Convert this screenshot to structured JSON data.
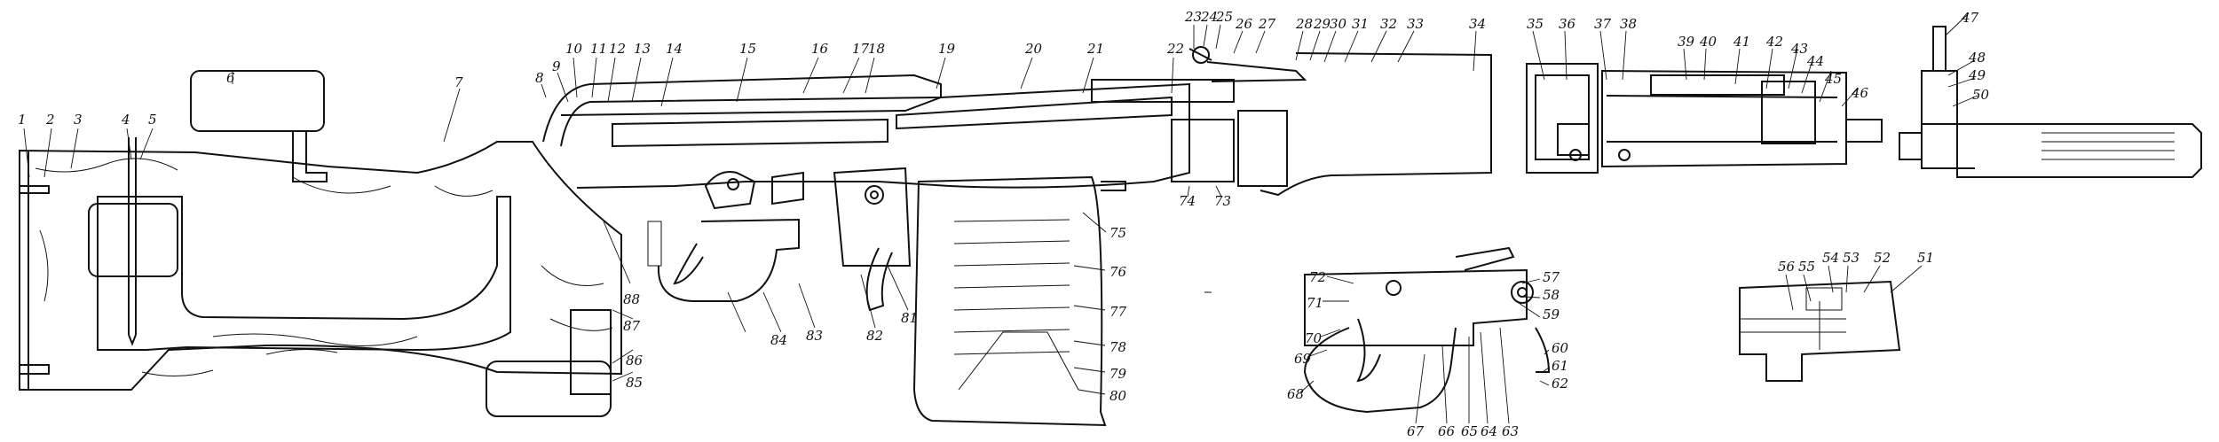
{
  "callouts": [
    {
      "text": "1"
    },
    {
      "text": "2"
    },
    {
      "text": "3"
    },
    {
      "text": "4"
    },
    {
      "text": "5"
    },
    {
      "text": "6"
    },
    {
      "text": "7"
    },
    {
      "text": "8"
    },
    {
      "text": "9"
    },
    {
      "text": "10"
    },
    {
      "text": "11"
    },
    {
      "text": "12"
    },
    {
      "text": "13"
    },
    {
      "text": "14"
    },
    {
      "text": "15"
    },
    {
      "text": "16"
    },
    {
      "text": "17"
    },
    {
      "text": "18"
    },
    {
      "text": "19"
    },
    {
      "text": "20"
    },
    {
      "text": "21"
    },
    {
      "text": "22"
    },
    {
      "text": "23"
    },
    {
      "text": "24"
    },
    {
      "text": "25"
    },
    {
      "text": "26"
    },
    {
      "text": "27"
    },
    {
      "text": "28"
    },
    {
      "text": "29"
    },
    {
      "text": "30"
    },
    {
      "text": "31"
    },
    {
      "text": "32"
    },
    {
      "text": "33"
    },
    {
      "text": "34"
    },
    {
      "text": "35"
    },
    {
      "text": "36"
    },
    {
      "text": "37"
    },
    {
      "text": "38"
    },
    {
      "text": "39"
    },
    {
      "text": "40"
    },
    {
      "text": "41"
    },
    {
      "text": "42"
    },
    {
      "text": "43"
    },
    {
      "text": "44"
    },
    {
      "text": "45"
    },
    {
      "text": "46"
    },
    {
      "text": "47"
    },
    {
      "text": "48"
    },
    {
      "text": "49"
    },
    {
      "text": "50"
    },
    {
      "text": "51"
    },
    {
      "text": "52"
    },
    {
      "text": "53"
    },
    {
      "text": "54"
    },
    {
      "text": "55"
    },
    {
      "text": "56"
    },
    {
      "text": "57"
    },
    {
      "text": "58"
    },
    {
      "text": "59"
    },
    {
      "text": "60"
    },
    {
      "text": "61"
    },
    {
      "text": "62"
    },
    {
      "text": "63"
    },
    {
      "text": "64"
    },
    {
      "text": "65"
    },
    {
      "text": "66"
    },
    {
      "text": "67"
    },
    {
      "text": "68"
    },
    {
      "text": "69"
    },
    {
      "text": "70"
    },
    {
      "text": "71"
    },
    {
      "text": "72"
    },
    {
      "text": "73"
    },
    {
      "text": "74"
    },
    {
      "text": "75"
    },
    {
      "text": "76"
    },
    {
      "text": "77"
    },
    {
      "text": "78"
    },
    {
      "text": "79"
    },
    {
      "text": "80"
    },
    {
      "text": "81"
    },
    {
      "text": "82"
    },
    {
      "text": "83"
    },
    {
      "text": "84"
    },
    {
      "text": "85"
    },
    {
      "text": "86"
    },
    {
      "text": "87"
    },
    {
      "text": "88"
    }
  ]
}
